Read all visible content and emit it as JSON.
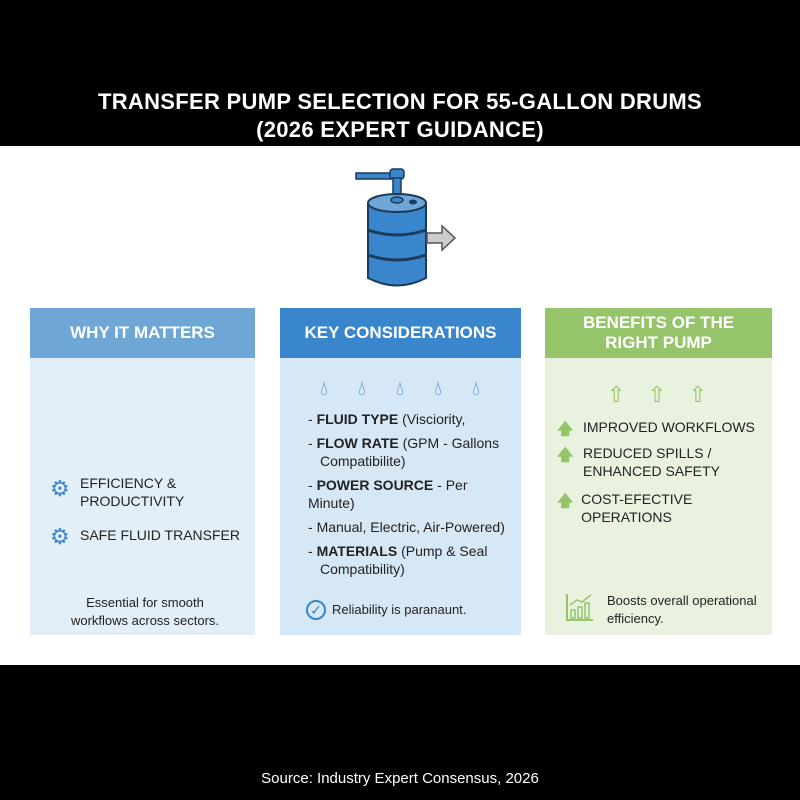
{
  "title": {
    "line1": "TRANSFER PUMP SELECTION FOR 55-GALLON DRUMS",
    "line2": "(2026 EXPERT GUIDANCE)"
  },
  "colors": {
    "drum": "#3a86cc",
    "col1_header": "#6ea7d6",
    "col2_header": "#3a86cc",
    "col3_header": "#95c46a"
  },
  "why": {
    "header": "WHY IT MATTERS",
    "items": [
      {
        "icon": "gear-icon",
        "label": "EFFICIENCY & PRODUCTIVITY"
      },
      {
        "icon": "gear-icon",
        "label": "SAFE FLUID TRANSFER"
      }
    ],
    "note": "Essential for smooth workflows across sectors."
  },
  "key": {
    "header": "KEY CONSIDERATIONS",
    "items": [
      {
        "bold": "FLUID TYPE",
        "rest": " (Visciority,"
      },
      {
        "bold": "FLOW RATE",
        "rest": " (GPM - Gallons Compatibilite)"
      },
      {
        "bold": "POWER SOURCE",
        "rest": " - Per Minute)"
      },
      {
        "bold": "",
        "rest": "Manual, Electric, Air-Powered)"
      },
      {
        "bold": "MATERIALS",
        "rest": " (Pump & Seal Compatibility)"
      }
    ],
    "note": "Reliability is paranaunt."
  },
  "benefits": {
    "header": "BENEFITS OF THE RIGHT PUMP",
    "items": [
      "IMPROVED WORKFLOWS",
      "REDUCED SPILLS / ENHANCED SAFETY",
      "COST-EFECTIVE OPERATIONS"
    ],
    "note": "Boosts overall operational efficiency."
  },
  "source": "Source: Industry Expert Consensus, 2026"
}
